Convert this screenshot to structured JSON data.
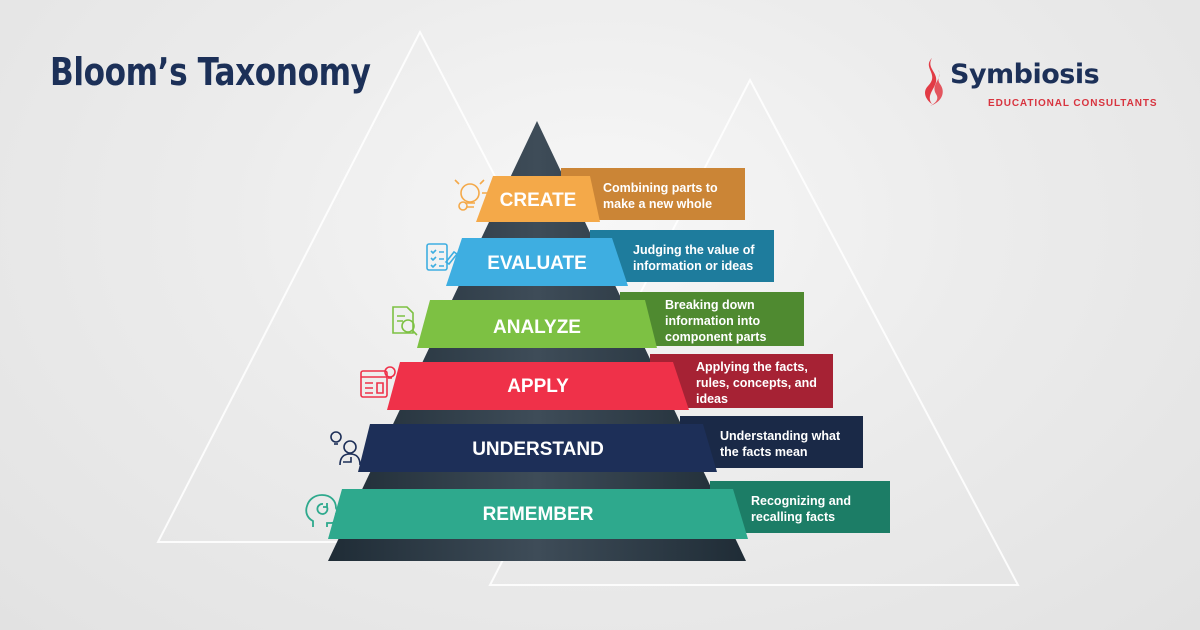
{
  "title": "Bloom’s Taxonomy",
  "logo": {
    "name": "Symbiosis",
    "subtitle": "EDUCATIONAL CONSULTANTS",
    "icon": "flame-icon",
    "color": "#e23b45"
  },
  "levels": [
    {
      "label": "CREATE",
      "description": [
        "Combining parts to",
        "make a new whole"
      ],
      "color": "#f4a949",
      "desc_color": "#cb8536",
      "icon": "lightbulb-gear-icon"
    },
    {
      "label": "EVALUATE",
      "description": [
        "Judging the value of",
        "information or ideas"
      ],
      "color": "#3eaee1",
      "desc_color": "#1e7c9d",
      "icon": "checklist-icon"
    },
    {
      "label": "ANALYZE",
      "description": [
        "Breaking down",
        "information into",
        "component parts"
      ],
      "color": "#7dc143",
      "desc_color": "#4f8a30",
      "icon": "document-magnifier-icon"
    },
    {
      "label": "APPLY",
      "description": [
        "Applying the facts,",
        "rules, concepts, and",
        "ideas"
      ],
      "color": "#ef3149",
      "desc_color": "#a62234",
      "icon": "browser-idea-icon"
    },
    {
      "label": "UNDERSTAND",
      "description": [
        "Understanding what",
        "the facts mean"
      ],
      "color": "#1d2f58",
      "desc_color": "#1a2947",
      "icon": "thinking-person-icon"
    },
    {
      "label": "REMEMBER",
      "description": [
        "Recognizing and",
        "recalling facts"
      ],
      "color": "#2ea98d",
      "desc_color": "#1c7d66",
      "icon": "head-refresh-icon"
    }
  ]
}
